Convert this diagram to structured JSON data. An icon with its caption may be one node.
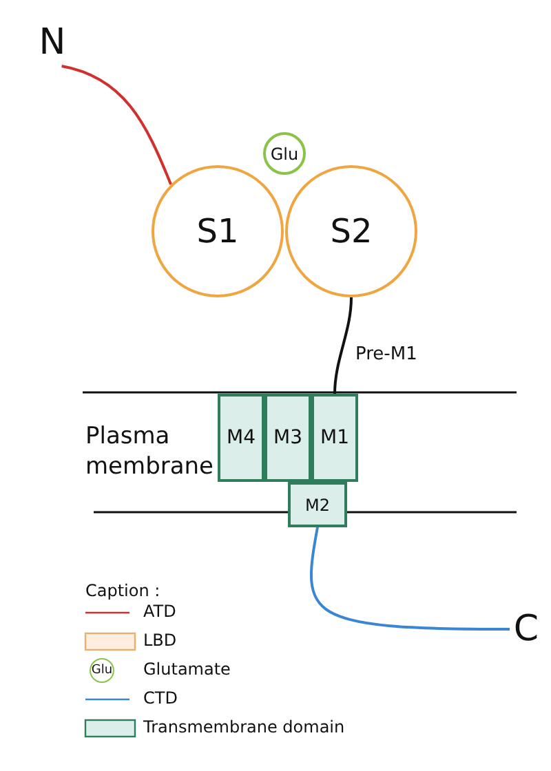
{
  "diagram": {
    "nodes": [
      {
        "text": [
          "N"
        ]
      },
      {
        "text": [
          "Glu"
        ]
      },
      {
        "text": [
          "S1"
        ]
      },
      {
        "text": [
          "S2"
        ]
      },
      {
        "text": [
          "M4"
        ]
      },
      {
        "text": [
          "M3"
        ]
      },
      {
        "text": [
          "M1"
        ]
      },
      {
        "text": [
          "M2"
        ]
      },
      {
        "text": [
          "C"
        ]
      }
    ],
    "edges": [
      {
        "from": 0,
        "to": 2,
        "arrow": "none",
        "color": "#d0312d"
      },
      {
        "from": 3,
        "to": 6,
        "arrow": "none",
        "label": "Pre-M1",
        "color": "#111111"
      },
      {
        "from": 7,
        "to": 8,
        "arrow": "none",
        "color": "#3a86d4"
      }
    ],
    "labels": [
      "Plasma membrane",
      "Caption :",
      "Glu"
    ],
    "legend": [
      {
        "text": "ATD"
      },
      {
        "text": "LBD",
        "color": "#fdeee0"
      },
      {
        "text": "Glutamate"
      },
      {
        "text": "CTD"
      },
      {
        "text": "Transmembrane domain",
        "color": "#dbeee9"
      }
    ]
  }
}
